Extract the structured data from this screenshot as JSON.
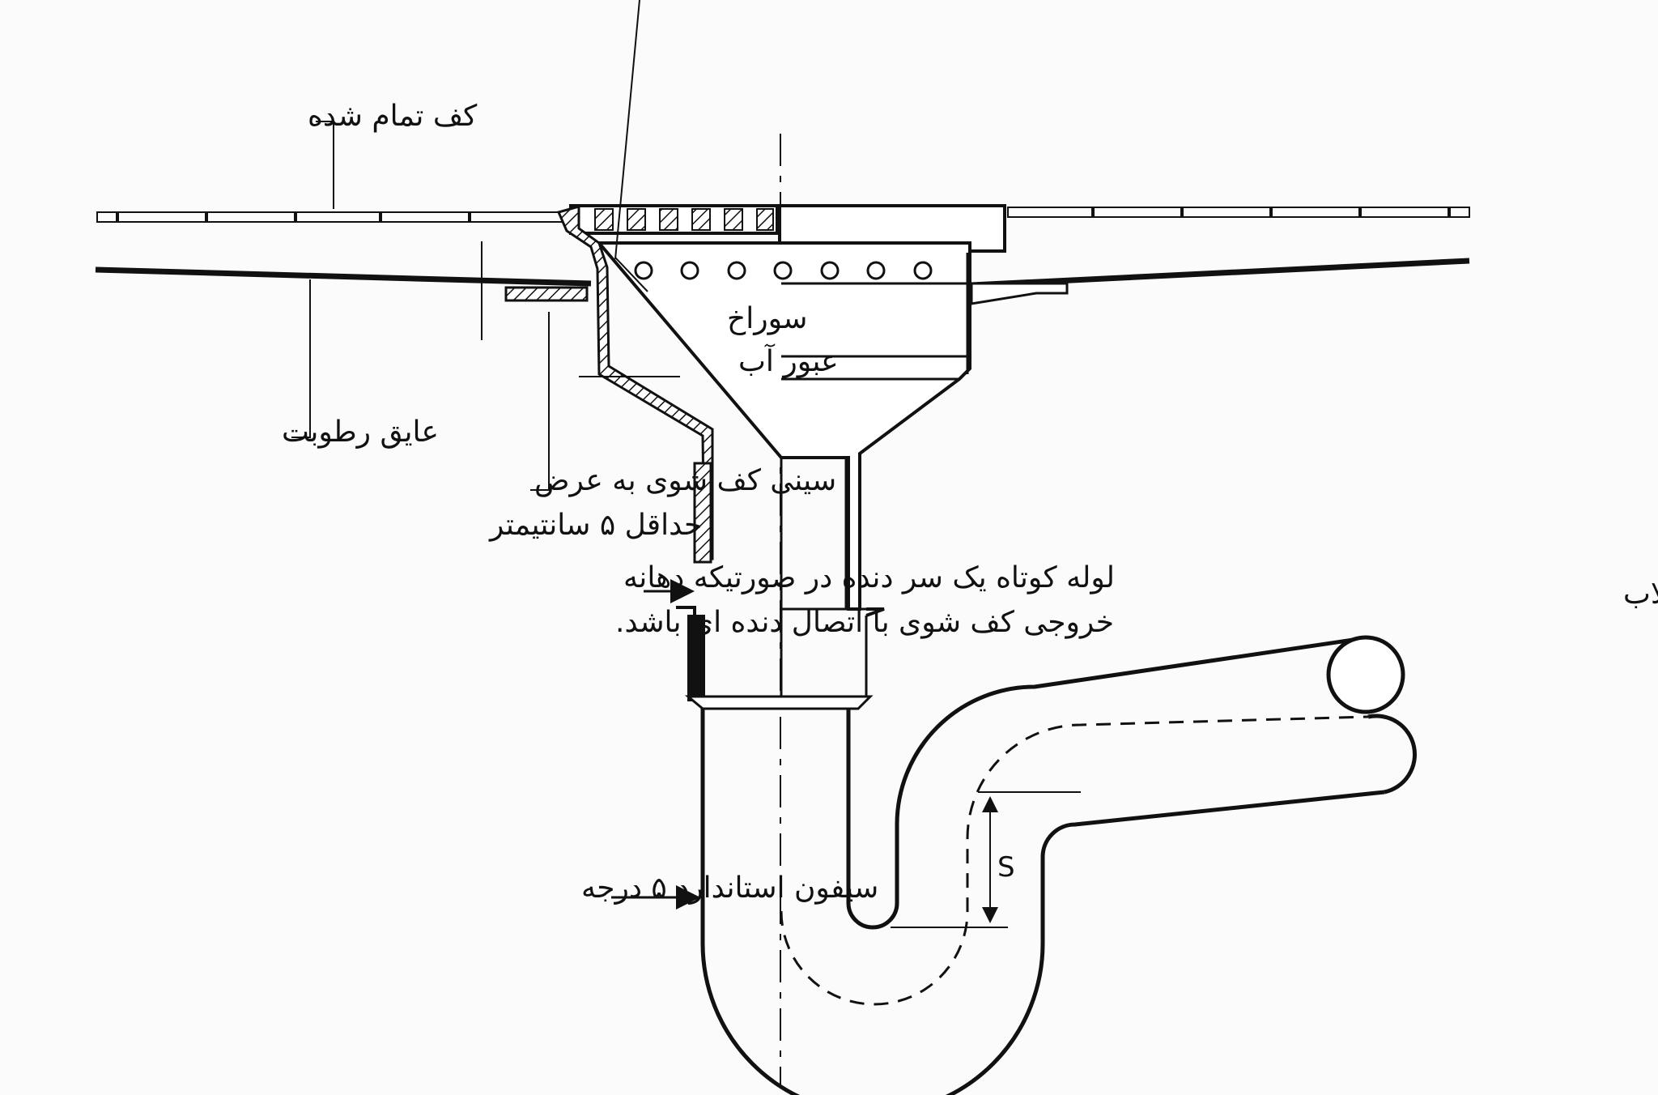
{
  "labels": {
    "finished_floor": "کف تمام شده",
    "moisture_barrier": "عایق رطوبت",
    "tray_line1": "سینی کف شوی به عرض",
    "tray_line2": "حداقل ۵ سانتیمتر",
    "hole_line1": "سوراخ",
    "hole_line2": "عبور آب",
    "nipple_line1": "لوله کوتاه یک سر دنده در صورتیکه دهانه",
    "nipple_line2": "خروجی کف شوی با اتصال دنده ای باشد.",
    "to_sewer": "بطرف لوله فاضلاب",
    "siphon": "سیفون استاندارد ۵ درجه",
    "seal_depth": "S"
  },
  "colors": {
    "line": "#111111",
    "background": "#fbfbfb"
  }
}
